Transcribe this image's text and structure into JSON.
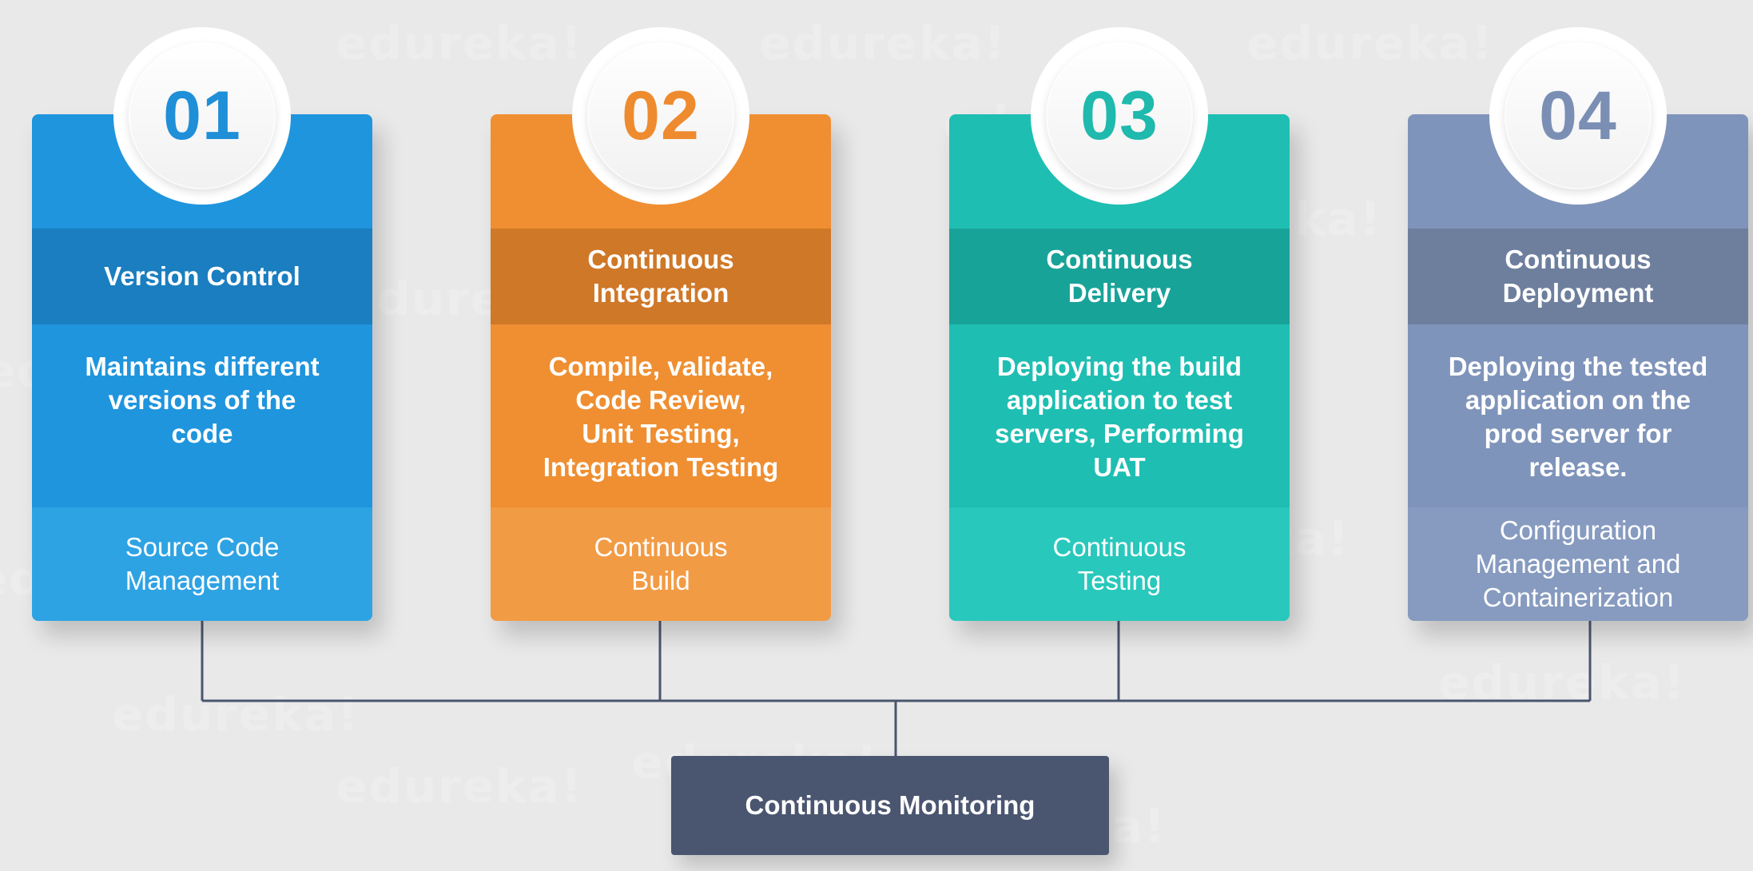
{
  "diagram": {
    "watermark": "edureka!",
    "phases": [
      {
        "number": "01",
        "title": "Version Control",
        "description": "Maintains different\nversions of the\ncode",
        "tool": "Source Code\nManagement",
        "color": "#1f95dd"
      },
      {
        "number": "02",
        "title": "Continuous\nIntegration",
        "description": "Compile, validate,\nCode Review,\nUnit Testing,\nIntegration Testing",
        "tool": "Continuous\nBuild",
        "color": "#ef8f32"
      },
      {
        "number": "03",
        "title": "Continuous\nDelivery",
        "description": "Deploying the build\napplication to test\nservers, Performing\nUAT",
        "tool": "Continuous\nTesting",
        "color": "#1fbeb2"
      },
      {
        "number": "04",
        "title": "Continuous\nDeployment",
        "description": "Deploying the tested\napplication on the\nprod server for\nrelease.",
        "tool": "Configuration\nManagement and\nContainerization",
        "color": "#7f94ba"
      }
    ],
    "monitoring": {
      "label": "Continuous Monitoring",
      "color": "#4a5570"
    },
    "connector_color": "#4a5570"
  }
}
